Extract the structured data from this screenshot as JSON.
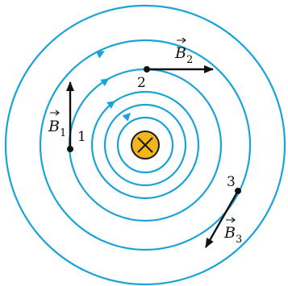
{
  "colors": {
    "field_line": "#1aa3d6",
    "conductor_fill": "#f2b61c",
    "conductor_stroke": "#1a1a1a",
    "vector": "#111111",
    "background": "#ffffff"
  },
  "conductor": {
    "icon": "cross-into-page-icon",
    "direction": "into page"
  },
  "points": [
    {
      "label": "1",
      "vector_symbol": "B",
      "vector_subscript": "1"
    },
    {
      "label": "2",
      "vector_symbol": "B",
      "vector_subscript": "2"
    },
    {
      "label": "3",
      "vector_symbol": "B",
      "vector_subscript": "3"
    }
  ],
  "field_circle_count": 6
}
